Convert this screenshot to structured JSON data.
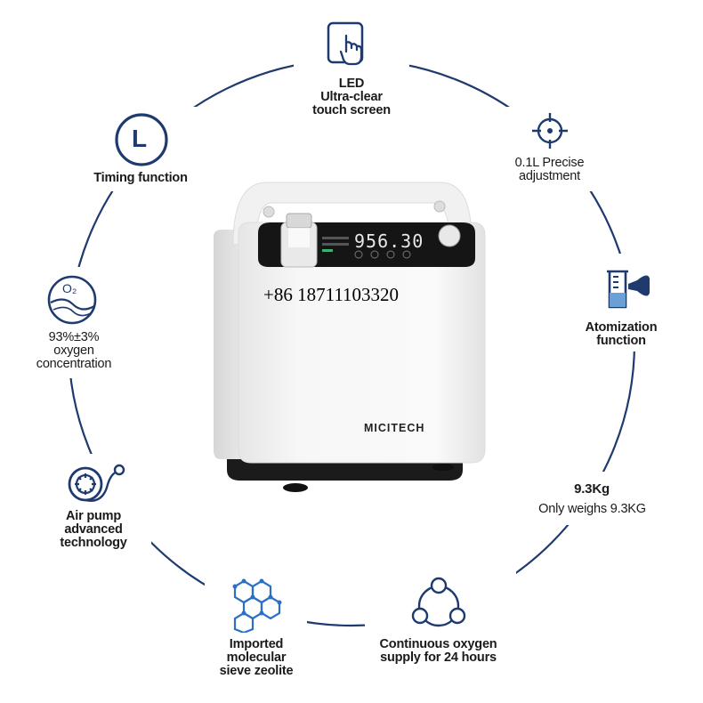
{
  "colors": {
    "accent": "#1e3a6e",
    "ring": "#1e3a6e",
    "device_body": "#f4f4f4",
    "device_base": "#1b1b1b"
  },
  "device": {
    "brand": "MICITECH",
    "display_reading": "956.30"
  },
  "phone": "+86 18711103320",
  "features": {
    "led": {
      "icon": "touch-screen-icon",
      "lines": [
        "LED",
        "Ultra-clear",
        "touch screen"
      ]
    },
    "precise": {
      "icon": "crosshair-icon",
      "lines": [
        "0.1L Precise",
        "adjustment"
      ]
    },
    "atomization": {
      "icon": "nebulizer-icon",
      "lines": [
        "Atomization",
        "function"
      ]
    },
    "weight": {
      "title": "9.3Kg",
      "subtitle": "Only weighs 9.3KG"
    },
    "continuous": {
      "icon": "cycle-network-icon",
      "lines": [
        "Continuous oxygen",
        "supply for 24 hours"
      ]
    },
    "zeolite": {
      "icon": "molecule-icon",
      "lines": [
        "Imported",
        "molecular",
        "sieve zeolite"
      ]
    },
    "air_pump": {
      "icon": "air-pump-icon",
      "lines": [
        "Air pump",
        "advanced",
        "technology"
      ]
    },
    "oxygen": {
      "icon": "o2-level-icon",
      "o2": "O₂",
      "lines": [
        "93%±3%",
        "oxygen",
        "concentration"
      ]
    },
    "timing": {
      "icon": "clock-icon",
      "clock_letter": "L",
      "lines": [
        "Timing function"
      ]
    }
  }
}
